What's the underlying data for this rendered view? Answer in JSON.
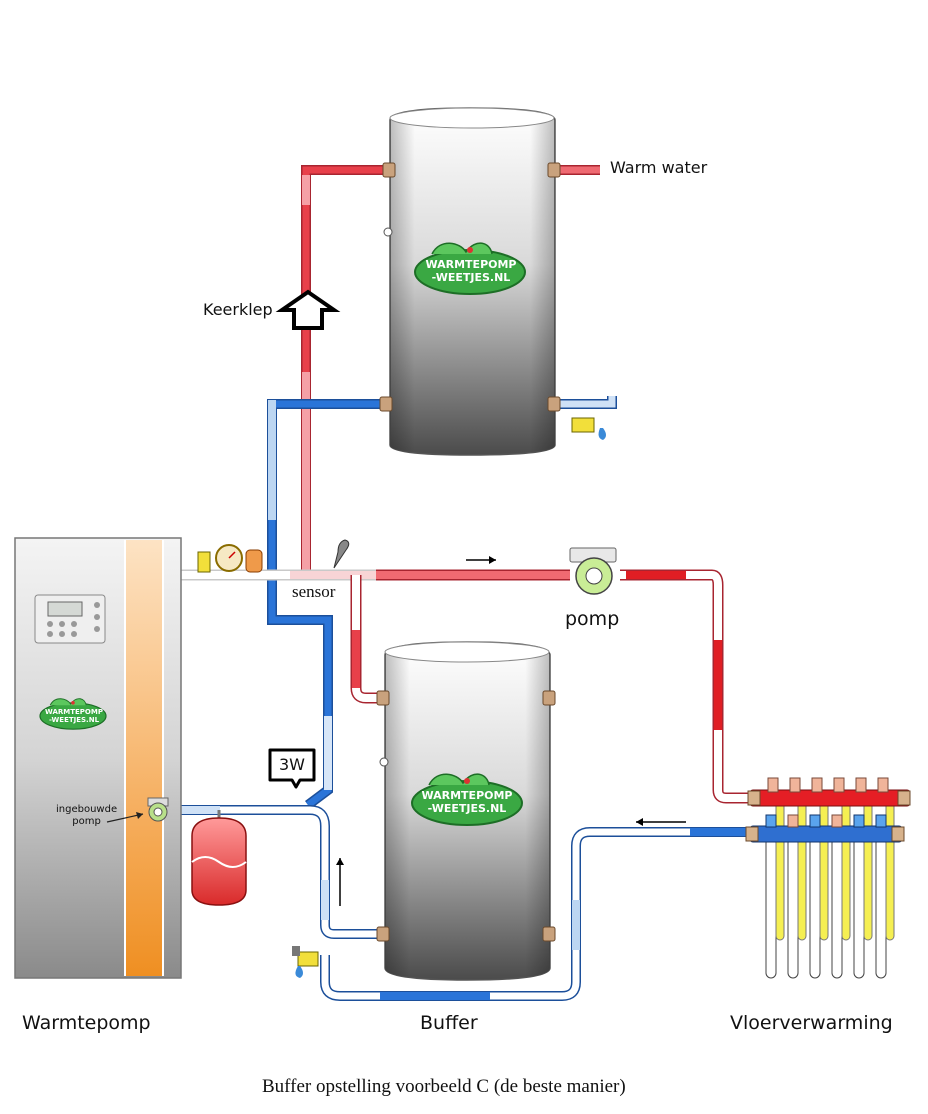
{
  "labels": {
    "warm_water": "Warm water",
    "keerklep": "Keerklep",
    "sensor": "sensor",
    "pomp": "pomp",
    "three_way": "3W",
    "ingebouwde_pomp_line1": "ingebouwde",
    "ingebouwde_pomp_line2": "pomp",
    "warmtepomp": "Warmtepomp",
    "buffer": "Buffer",
    "vloerverwarming": "Vloerverwarming",
    "caption": "Buffer opstelling voorbeeld C  (de beste manier)"
  },
  "logo": {
    "line1": "WARMTEPOMP",
    "line2": "-WEETJES.NL"
  },
  "colors": {
    "hot_pipe": "#e8404a",
    "hot_pipe_light": "#f5a0a6",
    "cold_pipe": "#2a74d8",
    "cold_pipe_light": "#bcd6f2",
    "tank_top": "#ffffff",
    "tank_bottom": "#4a4a4a",
    "logo_green": "#2f9a3c",
    "heat_pump_strip": "#f39c3c"
  }
}
